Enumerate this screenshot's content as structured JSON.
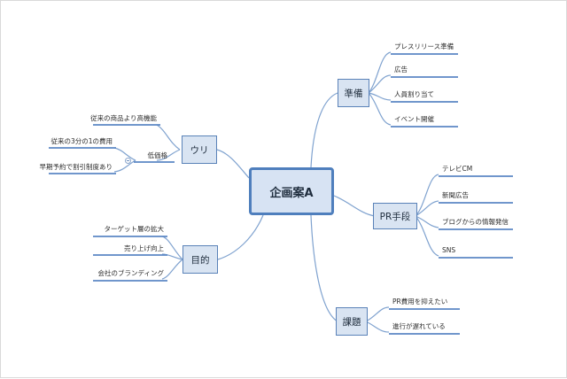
{
  "center": {
    "label": "企画案A"
  },
  "topics": {
    "junbi": {
      "label": "準備",
      "items": [
        "プレスリリース準備",
        "広告",
        "人員割り当て",
        "イベント開催"
      ]
    },
    "pr": {
      "label": "PR手段",
      "items": [
        "テレビCM",
        "新聞広告",
        "ブログからの情報発信",
        "SNS"
      ]
    },
    "kadai": {
      "label": "課題",
      "items": [
        "PR費用を抑えたい",
        "進行が遅れている"
      ]
    },
    "uri": {
      "label": "ウリ",
      "items": [
        "従来の商品より高機能",
        "低価格"
      ],
      "sub": [
        "従来の3分の1の費用",
        "早期予約で割引制度あり"
      ]
    },
    "mokuteki": {
      "label": "目的",
      "items": [
        "ターゲット層の拡大",
        "売り上げ向上",
        "会社のブランディング"
      ]
    }
  },
  "colors": {
    "line": "#7fa2cf",
    "underline": "#5b87c4",
    "topic_fill": "#d9e4f2",
    "topic_border": "#5a82b8",
    "center_border": "#4f7fbd"
  }
}
